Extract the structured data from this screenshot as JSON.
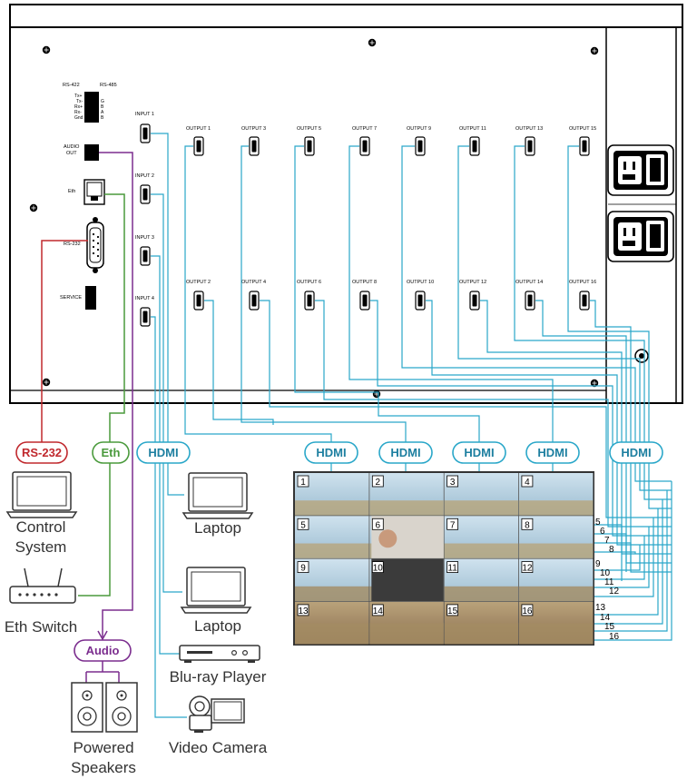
{
  "panel": {
    "inputs": [
      "INPUT 1",
      "INPUT 2",
      "INPUT 3",
      "INPUT 4"
    ],
    "outputs_top": [
      "OUTPUT 1",
      "OUTPUT 3",
      "OUTPUT 5",
      "OUTPUT 7",
      "OUTPUT 9",
      "OUTPUT 11",
      "OUTPUT 13",
      "OUTPUT 15"
    ],
    "outputs_bottom": [
      "OUTPUT 2",
      "OUTPUT 4",
      "OUTPUT 6",
      "OUTPUT 8",
      "OUTPUT 10",
      "OUTPUT 12",
      "OUTPUT 14",
      "OUTPUT 16"
    ],
    "rs422_label": "RS-422",
    "rs485_label": "RS-485",
    "audio_out_label": "AUDIO\nOUT",
    "eth_label": "Eth",
    "rs232_label": "RS-232",
    "service_label": "SERVICE"
  },
  "cable_labels": {
    "rs232": "RS-232",
    "eth": "Eth",
    "hdmi_inputs": "HDMI",
    "hdmi_out": [
      "HDMI",
      "HDMI",
      "HDMI",
      "HDMI",
      "HDMI"
    ],
    "audio": "Audio"
  },
  "devices": {
    "control_system": "Control\nSystem",
    "eth_switch": "Eth Switch",
    "powered_speakers": "Powered\nSpeakers",
    "laptop1": "Laptop",
    "laptop2": "Laptop",
    "bluray": "Blu-ray Player",
    "camera": "Video Camera"
  },
  "video_wall": {
    "tiles": [
      "1",
      "2",
      "3",
      "4",
      "5",
      "6",
      "7",
      "8",
      "9",
      "10",
      "11",
      "12",
      "13",
      "14",
      "15",
      "16"
    ],
    "side_numbers": [
      "5",
      "6",
      "7",
      "8",
      "9",
      "10",
      "11",
      "12",
      "13",
      "14",
      "15",
      "16"
    ]
  },
  "colors": {
    "rs232": "#c0282d",
    "eth": "#4a9a3c",
    "audio": "#7b2d8e",
    "hdmi": "#2aa7c9",
    "panel": "#000000"
  }
}
